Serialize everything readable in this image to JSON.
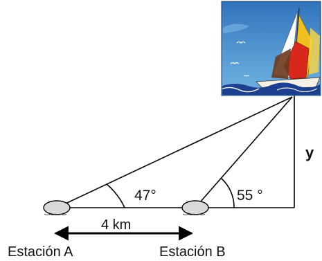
{
  "diagram": {
    "angle_a": "47°",
    "angle_b": "55 °",
    "height_label": "y",
    "distance_label": "4 km",
    "station_a": "Estación A",
    "station_b": "Estación B",
    "picture": "sailboat"
  },
  "colors": {
    "sky": "#3f86c8",
    "sea": "#1d3f8f",
    "sail_yellow": "#f2c01e",
    "sail_red": "#d8281c",
    "sail_brown": "#6a3a1e",
    "station_fill": "#d9d9d9",
    "line": "#000000"
  }
}
